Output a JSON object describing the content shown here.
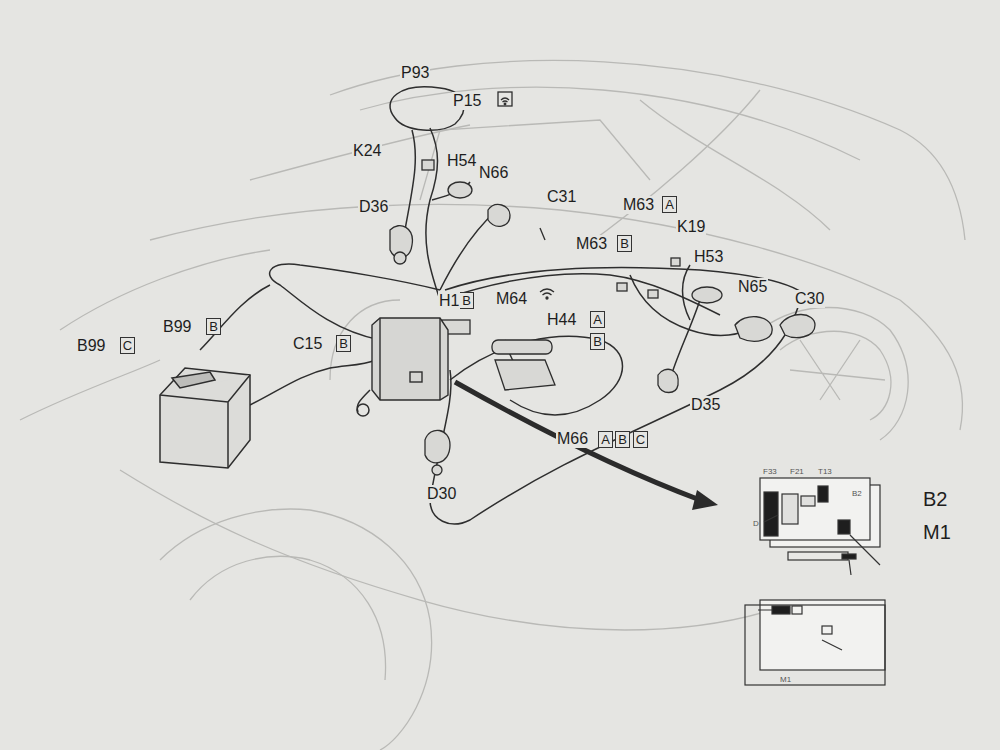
{
  "diagram": {
    "nodes": [
      {
        "text": [
          "A"
        ]
      },
      {
        "text": [
          "B"
        ]
      },
      {
        "text": [
          "B"
        ]
      },
      {
        "text": [
          "A"
        ]
      },
      {
        "text": [
          "B"
        ]
      },
      {
        "text": [
          "B"
        ]
      },
      {
        "text": [
          "C"
        ]
      },
      {
        "text": [
          "B"
        ]
      },
      {
        "text": [
          "A"
        ]
      },
      {
        "text": [
          "B"
        ]
      },
      {
        "text": [
          "C"
        ]
      }
    ],
    "labels": [
      "P93",
      "P15",
      "K24",
      "H54",
      "N66",
      "D36",
      "C31",
      "M63",
      "K19",
      "M63",
      "H53",
      "H1",
      "M64",
      "H44",
      "N65",
      "C30",
      "B99",
      "B99",
      "C15",
      "D35",
      "M66",
      "D30",
      "B2",
      "M1",
      "F33",
      "F21",
      "T13",
      "B2",
      "D",
      "M1"
    ]
  }
}
